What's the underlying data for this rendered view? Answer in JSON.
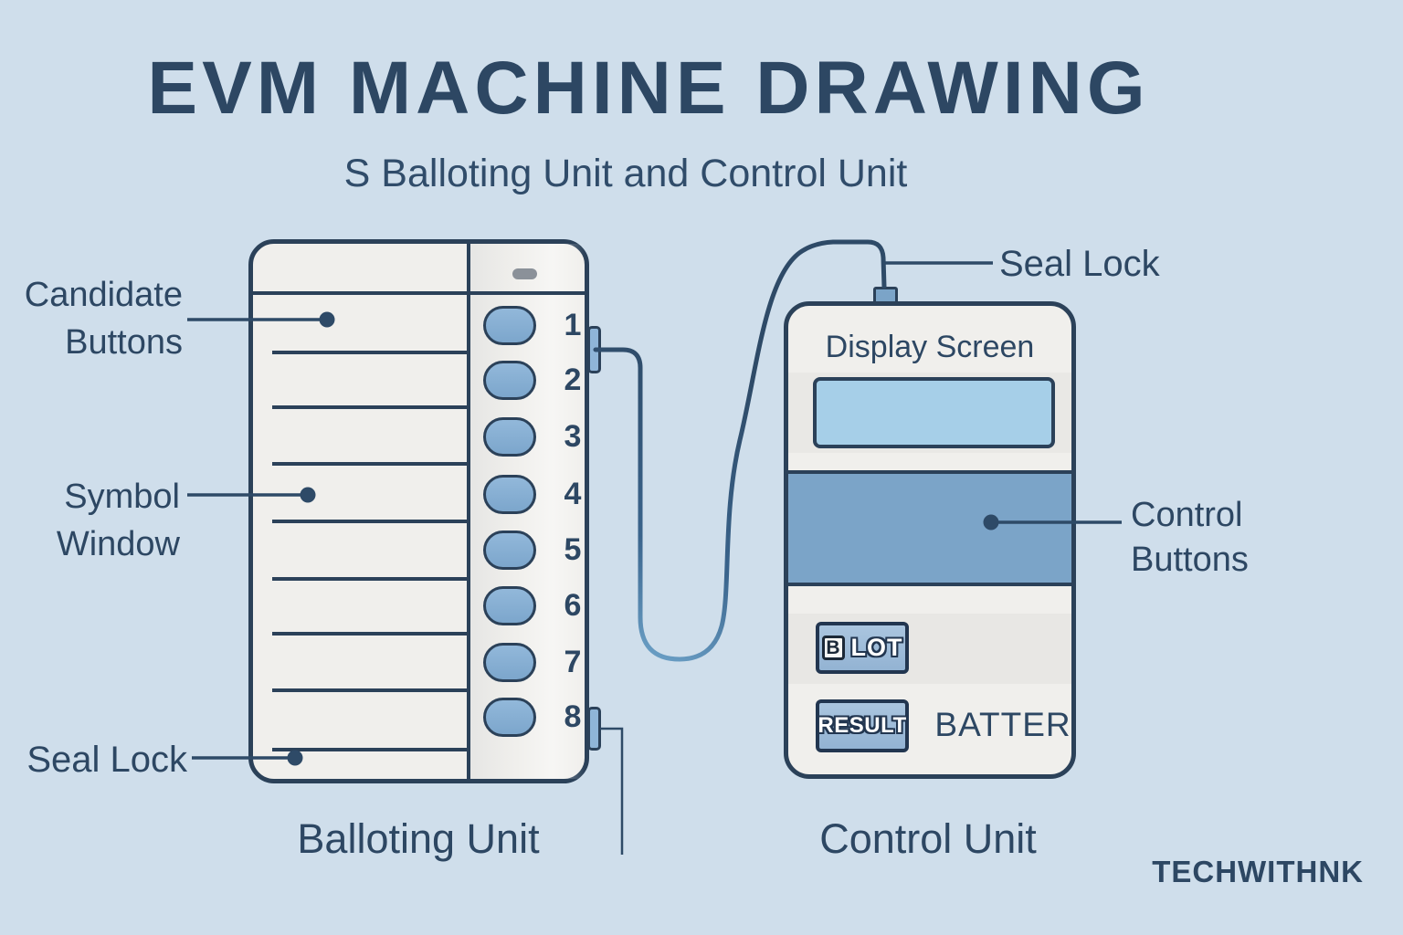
{
  "header": {
    "title": "EVM MACHINE DRAWING",
    "subtitle": "S Balloting Unit and Control Unit"
  },
  "watermark": "TECHWITHNK",
  "balloting_unit": {
    "caption": "Balloting Unit",
    "buttons": [
      "1",
      "2",
      "3",
      "4",
      "5",
      "6",
      "7",
      "8"
    ],
    "labels": {
      "candidate_line1": "Candidate",
      "candidate_line2": "Buttons",
      "symbol_line1": "Symbol",
      "symbol_line2": "Window",
      "seal_lock": "Seal Lock"
    }
  },
  "control_unit": {
    "caption": "Control Unit",
    "display_screen_label": "Display Screen",
    "ballot_button_b": "B",
    "ballot_button_text": "LOT",
    "result_button_text": "RESULT",
    "battery_label": "BATTER",
    "labels": {
      "seal_lock": "Seal Lock",
      "control_line1": "Control",
      "control_line2": "Buttons"
    }
  },
  "colors": {
    "background": "#cfdeeb",
    "device_body": "#f0efec",
    "outline": "#2b4159",
    "text": "#2d4763",
    "vote_button_fill": "#85add2",
    "control_band_fill": "#7ba4c8",
    "screen_fill": "#a6cfe8",
    "cable_sheen": "#7db6dc"
  }
}
